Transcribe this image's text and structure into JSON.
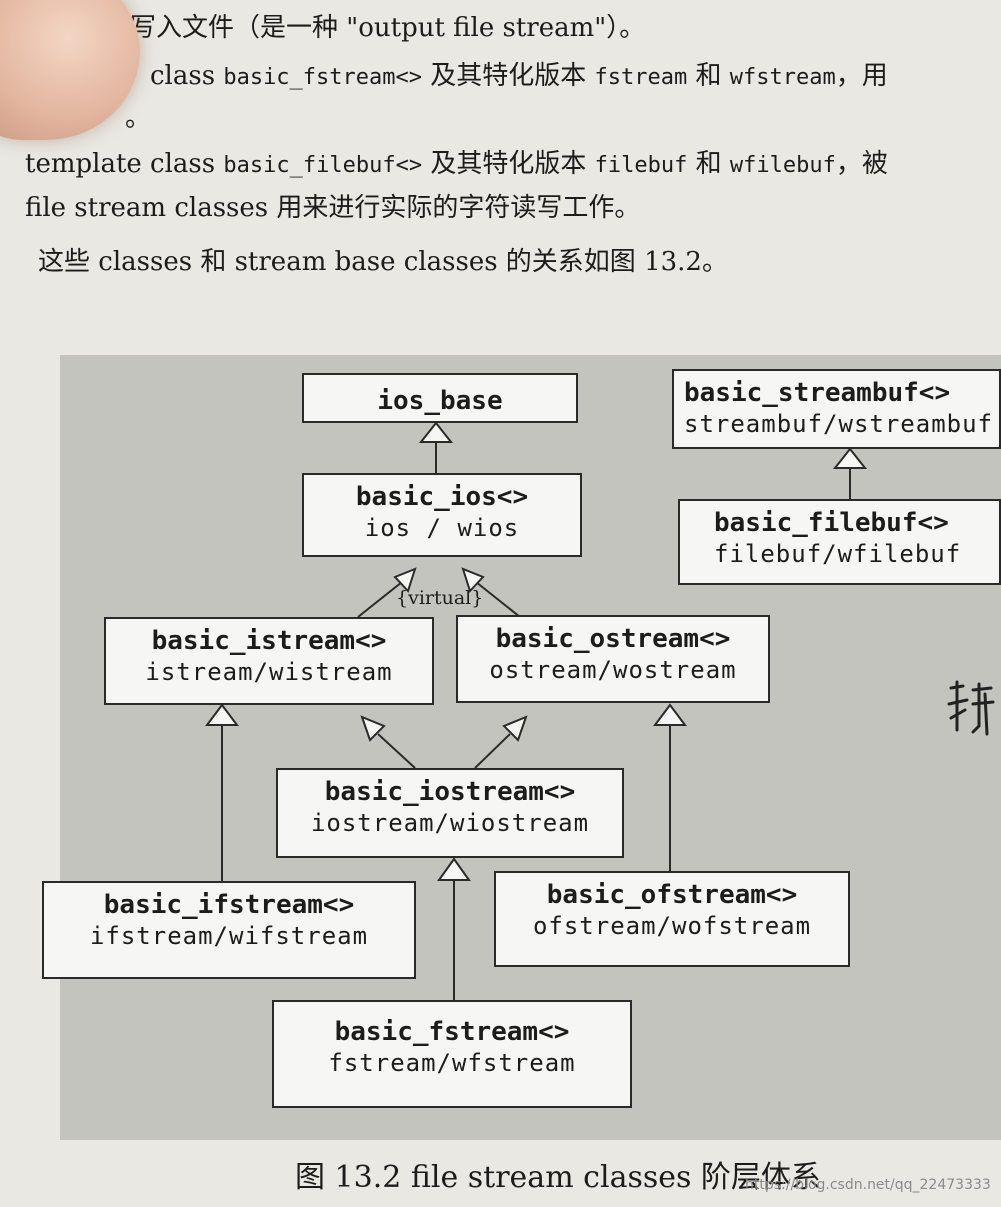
{
  "text": {
    "line1": "写入文件（是一种 \"output file stream\"）。",
    "line2_pre": "class ",
    "line2_mono1": "basic_fstream<>",
    "line2_mid": " 及其特化版本 ",
    "line2_mono2": "fstream",
    "line2_and": " 和 ",
    "line2_mono3": "wfstream",
    "line2_post": "，用",
    "line3": "。",
    "line4_pre": "template class ",
    "line4_mono1": "basic_filebuf<>",
    "line4_mid": " 及其特化版本 ",
    "line4_mono2": "filebuf",
    "line4_and": " 和 ",
    "line4_mono3": "wfilebuf",
    "line4_post": "，被",
    "line5": "file stream classes 用来进行实际的字符读写工作。",
    "line6": "这些 classes 和 stream base classes 的关系如图 13.2。"
  },
  "diagram": {
    "nodes": {
      "ios_base": {
        "title": "ios_base"
      },
      "basic_ios": {
        "title": "basic_ios<>",
        "sub": "ios / wios"
      },
      "basic_istream": {
        "title": "basic_istream<>",
        "sub": "istream/wistream"
      },
      "basic_ostream": {
        "title": "basic_ostream<>",
        "sub": "ostream/wostream"
      },
      "basic_iostream": {
        "title": "basic_iostream<>",
        "sub": "iostream/wiostream"
      },
      "basic_ifstream": {
        "title": "basic_ifstream<>",
        "sub": "ifstream/wifstream"
      },
      "basic_ofstream": {
        "title": "basic_ofstream<>",
        "sub": "ofstream/wofstream"
      },
      "basic_fstream": {
        "title": "basic_fstream<>",
        "sub": "fstream/wfstream"
      },
      "basic_streambuf": {
        "title": "basic_streambuf<>",
        "sub": "streambuf/wstreambuf"
      },
      "basic_filebuf": {
        "title": "basic_filebuf<>",
        "sub": "filebuf/wfilebuf"
      }
    },
    "virtual_label": "{virtual}"
  },
  "caption": "图 13.2   file stream classes 阶层体系",
  "watermark": "https://blog.csdn.net/qq_22473333",
  "colors": {
    "paper": "#e9e8e3",
    "diagram_bg": "#c4c4bf",
    "box_fill": "#f6f6f4",
    "ink": "#1c1c1c"
  }
}
